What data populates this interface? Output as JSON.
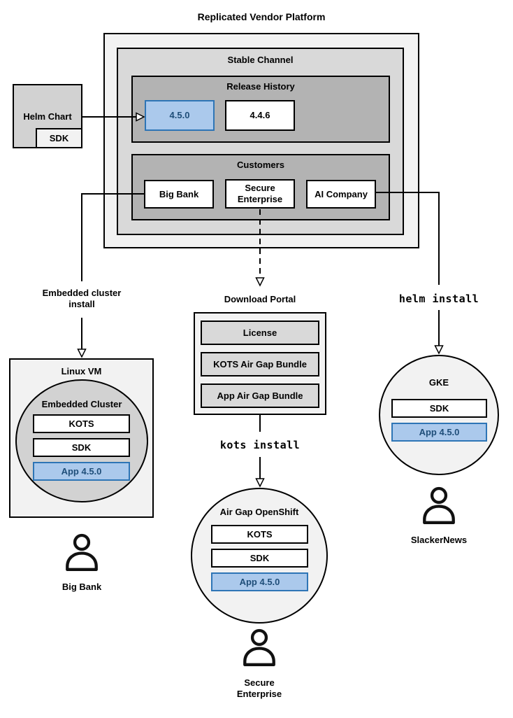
{
  "title": "Replicated Vendor Platform",
  "colors": {
    "outer_fill": "#f2f2f2",
    "channel_fill": "#d9d9d9",
    "section_fill": "#b3b3b3",
    "cluster_fill": "#d2d2d2",
    "highlight_fill": "#abc9ec",
    "highlight_border": "#2e75b6",
    "highlight_text": "#1f4e79",
    "line": "#000000"
  },
  "platform": {
    "stable_channel": {
      "label": "Stable Channel"
    },
    "release_history": {
      "label": "Release History",
      "releases": [
        {
          "version": "4.5.0",
          "highlighted": true
        },
        {
          "version": "4.4.6",
          "highlighted": false
        }
      ]
    },
    "customers_section": {
      "label": "Customers",
      "customers": [
        {
          "name": "Big Bank"
        },
        {
          "name": "Secure Enterprise"
        },
        {
          "name": "AI Company"
        }
      ]
    }
  },
  "helm_chart": {
    "label": "Helm Chart",
    "sdk": "SDK"
  },
  "flows": {
    "embedded_install": "Embedded cluster install",
    "helm_install": "helm install",
    "kots_install": "kots install"
  },
  "download_portal": {
    "label": "Download Portal",
    "items": [
      "License",
      "KOTS Air Gap Bundle",
      "App Air Gap Bundle"
    ]
  },
  "linux_vm": {
    "label": "Linux VM",
    "embedded_cluster": {
      "label": "Embedded Cluster",
      "components": [
        {
          "name": "KOTS",
          "highlighted": false
        },
        {
          "name": "SDK",
          "highlighted": false
        },
        {
          "name": "App 4.5.0",
          "highlighted": true
        }
      ]
    }
  },
  "air_gap_openshift": {
    "label": "Air Gap OpenShift",
    "components": [
      {
        "name": "KOTS",
        "highlighted": false
      },
      {
        "name": "SDK",
        "highlighted": false
      },
      {
        "name": "App 4.5.0",
        "highlighted": true
      }
    ]
  },
  "gke": {
    "label": "GKE",
    "components": [
      {
        "name": "SDK",
        "highlighted": false
      },
      {
        "name": "App 4.5.0",
        "highlighted": true
      }
    ]
  },
  "personas": [
    {
      "name": "Big Bank"
    },
    {
      "name": "Secure Enterprise"
    },
    {
      "name": "SlackerNews"
    }
  ]
}
